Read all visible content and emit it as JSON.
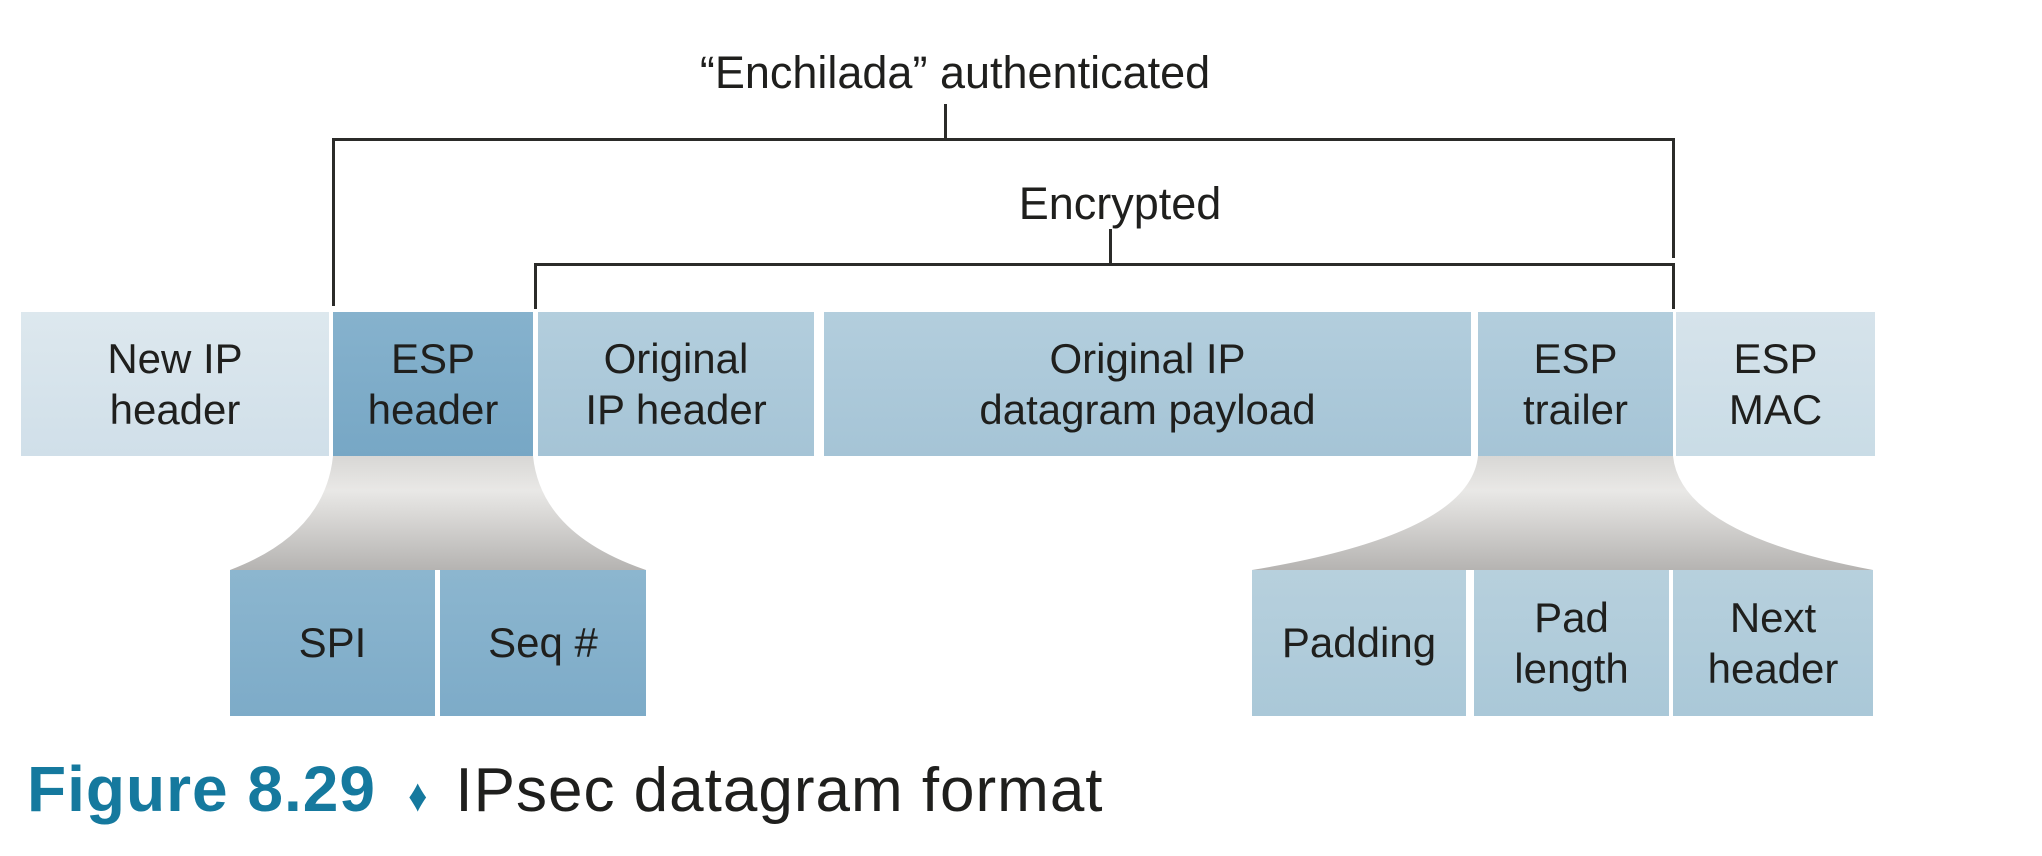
{
  "annotations": {
    "enchilada": "“Enchilada” authenticated",
    "encrypted": "Encrypted"
  },
  "packet_fields": {
    "new_ip_header": "New IP\nheader",
    "esp_header": "ESP\nheader",
    "original_ip_header": "Original\nIP header",
    "original_payload": "Original IP\ndatagram payload",
    "esp_trailer": "ESP\ntrailer",
    "esp_mac": "ESP\nMAC"
  },
  "esp_header_detail": {
    "spi": "SPI",
    "seq": "Seq #"
  },
  "esp_trailer_detail": {
    "padding": "Padding",
    "pad_length": "Pad\nlength",
    "next_header": "Next\nheader"
  },
  "caption": {
    "figure_label": "Figure 8.29",
    "bullet": "♦",
    "text": "IPsec datagram format"
  },
  "colors": {
    "box_light": "#d6e3eb",
    "box_medium": "#acc9da",
    "box_dark": "#7eadc9",
    "detail_box_dark": "#85b1cb",
    "detail_box_medium": "#b0ccda",
    "funnel_top": "#d8d7d5",
    "funnel_bottom": "#b4b2b0",
    "caption_accent": "#15799e",
    "line": "#2b2b29"
  }
}
